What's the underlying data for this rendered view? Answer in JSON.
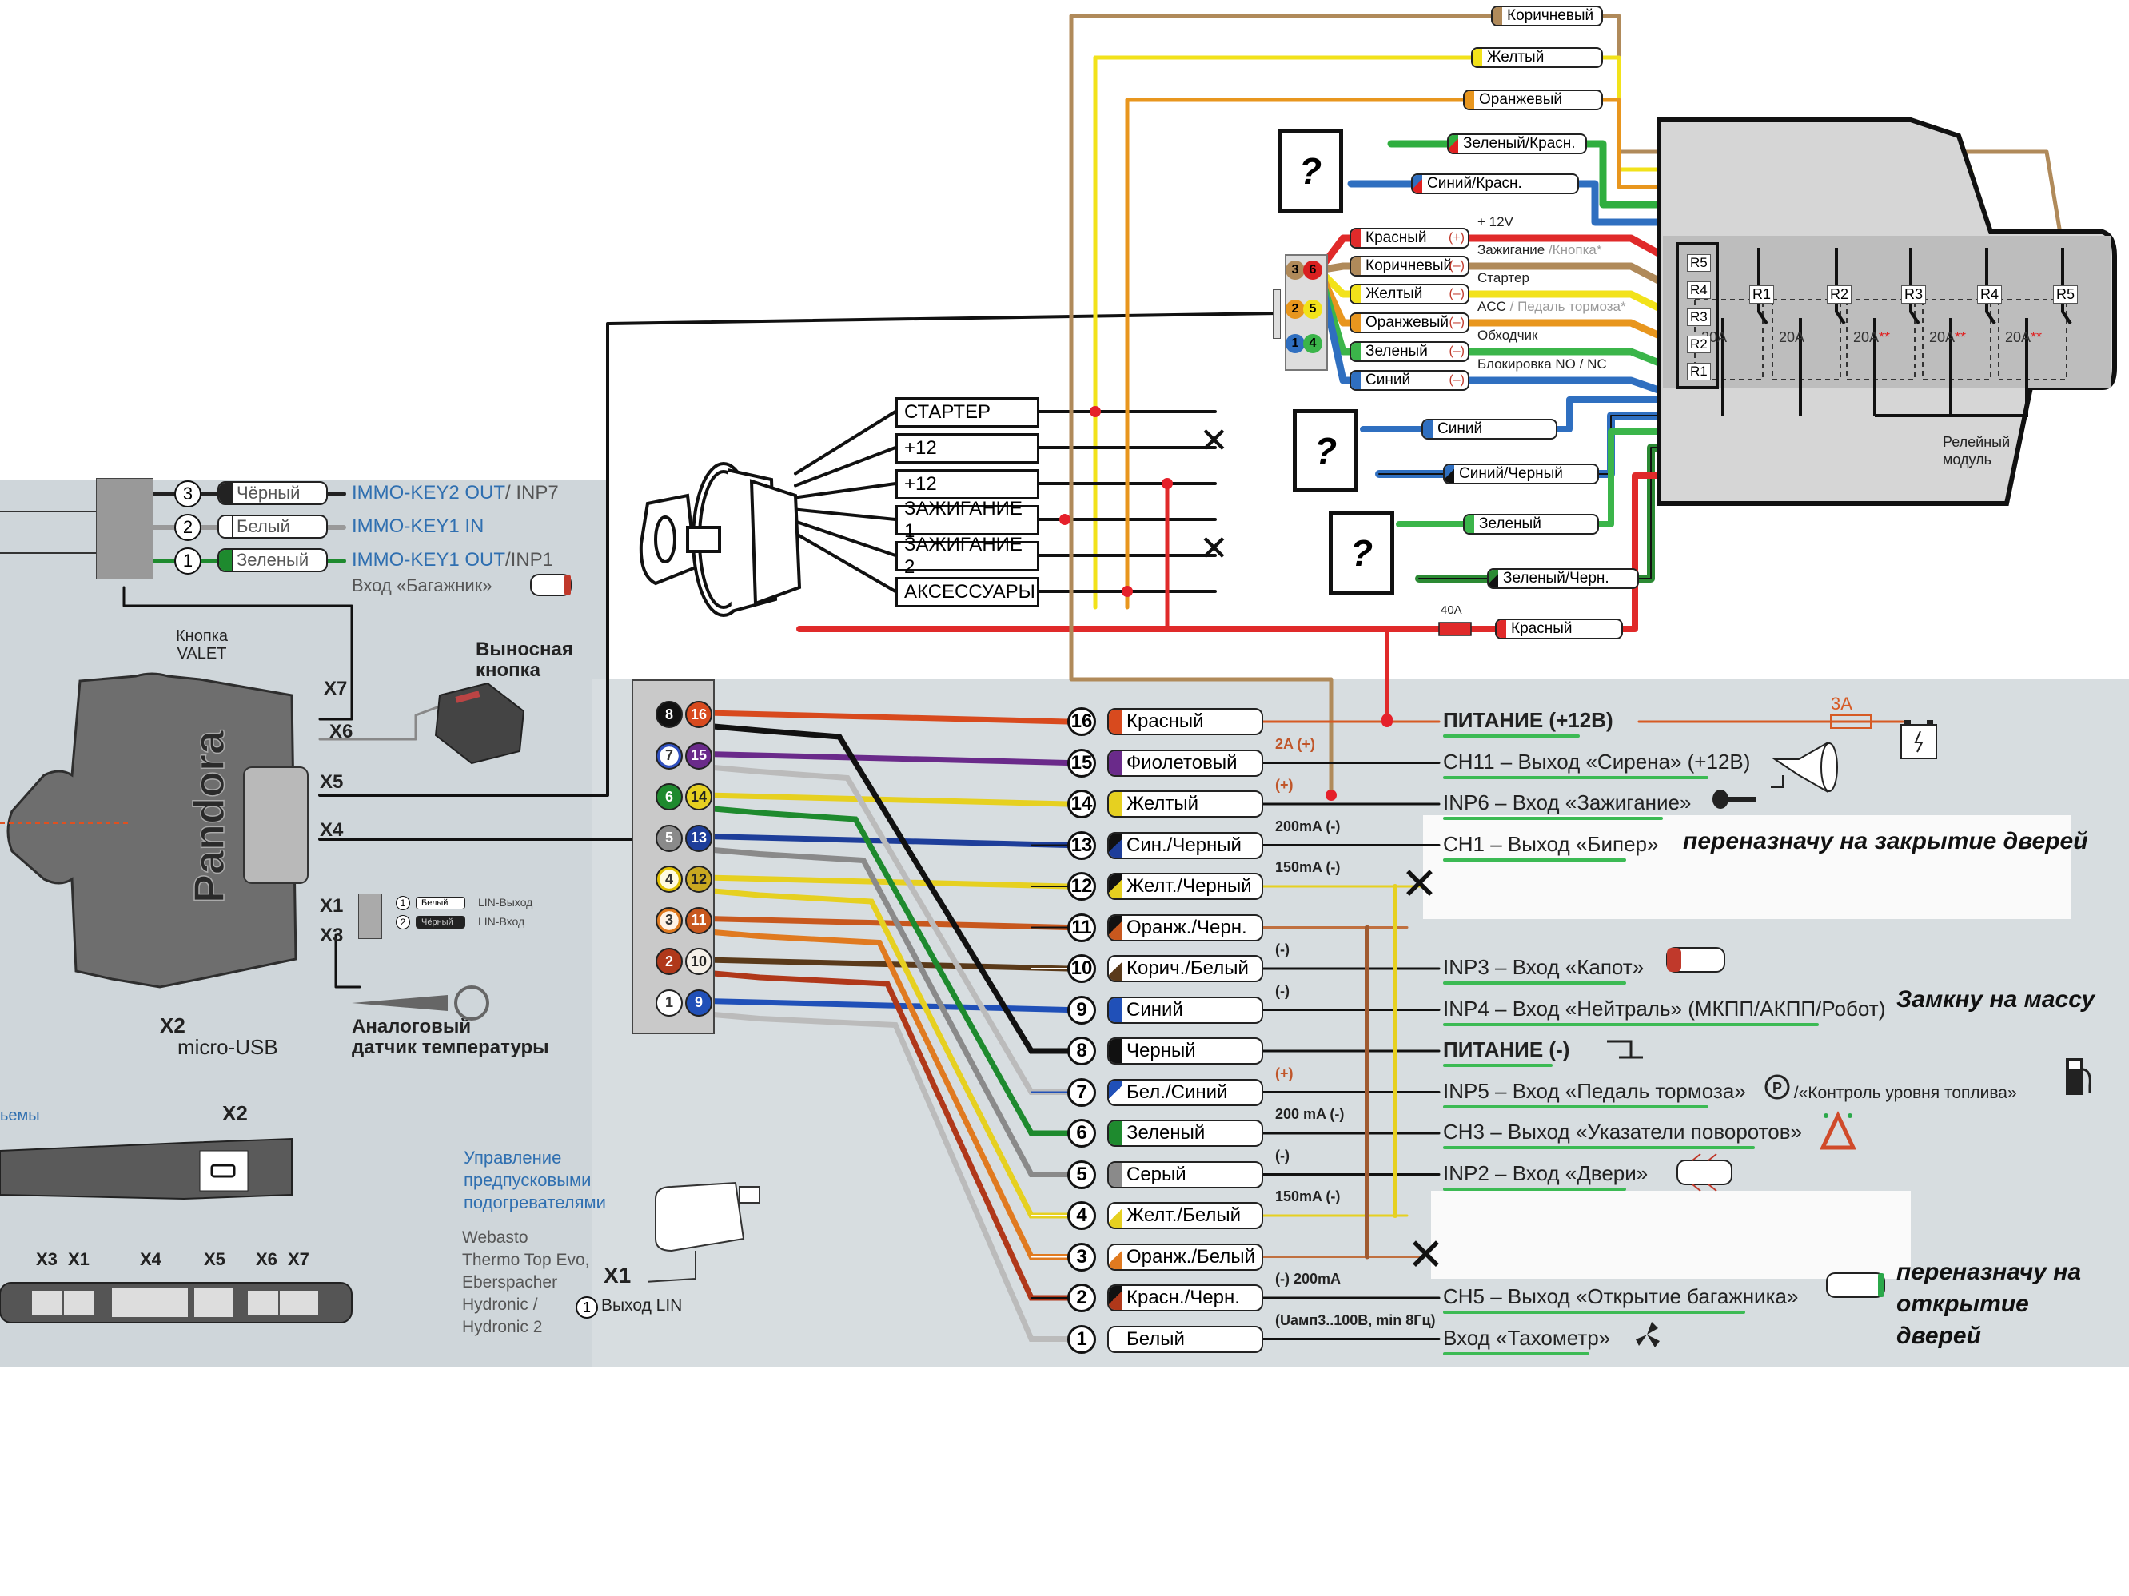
{
  "relay_module": {
    "title_line1": "Релейный",
    "title_line2": "модуль",
    "relays": [
      {
        "id": "R1",
        "rating": "20A",
        "mark": ""
      },
      {
        "id": "R2",
        "rating": "20A",
        "mark": ""
      },
      {
        "id": "R3",
        "rating": "20A",
        "mark": "**"
      },
      {
        "id": "R4",
        "rating": "20A",
        "mark": "**"
      },
      {
        "id": "R5",
        "rating": "20A",
        "mark": "**"
      }
    ],
    "control_labels": [
      "R5",
      "R4",
      "R3",
      "R2",
      "R1"
    ],
    "top_wires": [
      {
        "label": "Коричневый",
        "color": "#b08a5a"
      },
      {
        "label": "Желтый",
        "color": "#f2e21a"
      },
      {
        "label": "Оранжевый",
        "color": "#e8961e"
      },
      {
        "label": "Зеленый/Красн.",
        "color": "#2fae3f",
        "stripe": "#e02020"
      },
      {
        "label": "Синий/Красн.",
        "color": "#2f6fc0",
        "stripe": "#e02020"
      }
    ],
    "bottom_wires": [
      {
        "label": "Синий",
        "color": "#2f6fc0"
      },
      {
        "label": "Синий/Черный",
        "color": "#2f6fc0",
        "stripe": "#111111"
      },
      {
        "label": "Зеленый",
        "color": "#3bb54a"
      },
      {
        "label": "Зеленый/Черн.",
        "color": "#2c8a34",
        "stripe": "#111111"
      },
      {
        "label": "Красный",
        "color": "#e02a2a",
        "fuse": "40A"
      }
    ],
    "control_connector": {
      "pins": [
        {
          "num": "3",
          "color": "#b08a5a"
        },
        {
          "num": "6",
          "color": "#d92020"
        },
        {
          "num": "2",
          "color": "#e8961e"
        },
        {
          "num": "5",
          "color": "#f2e21a"
        },
        {
          "num": "1",
          "color": "#2f6fc0"
        },
        {
          "num": "4",
          "color": "#3bb54a"
        }
      ],
      "wires": [
        {
          "label": "Красный",
          "polarity": "(+)",
          "function": "+ 12V",
          "function_extra": "",
          "color": "#e02a2a"
        },
        {
          "label": "Коричневый",
          "polarity": "(–)",
          "function": "Зажигание",
          "function_extra": " /Кнопка*",
          "color": "#b08a5a"
        },
        {
          "label": "Желтый",
          "polarity": "(–)",
          "function": "Стартер",
          "function_extra": "",
          "color": "#f2e21a"
        },
        {
          "label": "Оранжевый",
          "polarity": "(–)",
          "function": "ACC",
          "function_extra": " / Педаль тормоза*",
          "color": "#e8961e"
        },
        {
          "label": "Зеленый",
          "polarity": "(–)",
          "function": "Обходчик",
          "function_extra": "",
          "color": "#3bb54a"
        },
        {
          "label": "Синий",
          "polarity": "(–)",
          "function": "Блокировка NO / NC",
          "function_extra": "",
          "color": "#2f6fc0"
        }
      ]
    },
    "unknown_marker": "?"
  },
  "ignition_switch": {
    "terminals": [
      "СТАРТЕР",
      "+12",
      "+12",
      "ЗАЖИГАНИЕ 1",
      "ЗАЖИГАНИЕ 2",
      "АКСЕССУАРЫ"
    ],
    "disconnected": [
      "+12 (1)",
      "ЗАЖИГАНИЕ 2"
    ]
  },
  "immo_connector": {
    "pins": [
      {
        "num": "3",
        "wire": "Чёрный",
        "signal": "IMMO-KEY2 OUT",
        "signal_extra": "/ INP7",
        "color": "#222222"
      },
      {
        "num": "2",
        "wire": "Белый",
        "signal": "IMMO-KEY1 IN",
        "signal_extra": "",
        "color": "#ffffff"
      },
      {
        "num": "1",
        "wire": "Зеленый",
        "signal": "IMMO-KEY1 OUT",
        "signal_extra": "/INP1",
        "color": "#1e8a2e"
      }
    ],
    "trunk_input": "Вход «Багажник»"
  },
  "main_unit": {
    "brand": "Pandora",
    "valet_label_line1": "Кнопка",
    "valet_label_line2": "VALET",
    "remote_button_line1": "Выносная",
    "remote_button_line2": "кнопка",
    "connectors": [
      "X7",
      "X6",
      "X5",
      "X4",
      "X1",
      "X3"
    ],
    "x2_label": "X2",
    "x2_sub": "micro-USB",
    "lin": [
      {
        "num": "1",
        "wire": "Белый",
        "signal": "LIN-Выход"
      },
      {
        "num": "2",
        "wire": "Чёрный",
        "signal": "LIN-Вход"
      }
    ],
    "temp_sensor_line1": "Аналоговый",
    "temp_sensor_line2": "датчик температуры",
    "side_caption": "ьемы",
    "x2_side_label": "X2",
    "bottom_connectors": [
      "X3",
      "X1",
      "X4",
      "X5",
      "X6",
      "X7"
    ]
  },
  "preheater": {
    "title_line1": "Управление",
    "title_line2": "предпусковыми",
    "title_line3": "подогревателями",
    "models": [
      "Webasto",
      "Thermo Top Evo,",
      "Eberspacher",
      "Hydronic /",
      "Hydronic 2"
    ],
    "connector": "X1",
    "pin": "1",
    "pin_label": "Выход LIN"
  },
  "x4_connector": {
    "left_pins": [
      {
        "num": "8",
        "color": "#111111"
      },
      {
        "num": "7",
        "color": "#ffffff",
        "stripe": "#2f4fc0"
      },
      {
        "num": "6",
        "color": "#1e8a2e"
      },
      {
        "num": "5",
        "color": "#8a8a8a"
      },
      {
        "num": "4",
        "color": "#fffbe0",
        "stripe": "#e0c000"
      },
      {
        "num": "3",
        "color": "#fff2e6",
        "stripe": "#e07a20"
      },
      {
        "num": "2",
        "color": "#b0381a"
      },
      {
        "num": "1",
        "color": "#ffffff"
      }
    ],
    "right_pins": [
      {
        "num": "16",
        "color": "#d84a1e"
      },
      {
        "num": "15",
        "color": "#6a2a8a"
      },
      {
        "num": "14",
        "color": "#e6d020"
      },
      {
        "num": "13",
        "color": "#1e3e9a"
      },
      {
        "num": "12",
        "color": "#c9a820"
      },
      {
        "num": "11",
        "color": "#c8581e"
      },
      {
        "num": "10",
        "color": "#f5f0e8"
      },
      {
        "num": "9",
        "color": "#2050b8"
      }
    ]
  },
  "pinout": [
    {
      "num": "16",
      "wire": "Красный",
      "rating": "",
      "function": "ПИТАНИЕ (+12В)",
      "bold": true,
      "color": "#d84a1e",
      "stripe": ""
    },
    {
      "num": "15",
      "wire": "Фиолетовый",
      "rating": "2A (+)",
      "function": "CH11 – Выход «Сирена» (+12В)",
      "color": "#6a2a8a",
      "stripe": ""
    },
    {
      "num": "14",
      "wire": "Желтый",
      "rating": "(+)",
      "function": "INP6 – Вход «Зажигание»",
      "color": "#e6d020",
      "stripe": ""
    },
    {
      "num": "13",
      "wire": "Син./Черный",
      "rating": "200mA (-)",
      "function": "CH1 – Выход «Бипер»",
      "note": "переназначу на закрытие дверей",
      "color": "#1e3e9a",
      "stripe": "#111111"
    },
    {
      "num": "12",
      "wire": "Желт./Черный",
      "rating": "150mA (-)",
      "function": "",
      "cut": true,
      "color": "#e6d020",
      "stripe": "#111111"
    },
    {
      "num": "11",
      "wire": "Оранж./Черн.",
      "rating": "",
      "function": "",
      "color": "#c8581e",
      "stripe": "#111111"
    },
    {
      "num": "10",
      "wire": "Корич./Белый",
      "rating": "(-)",
      "function": "INP3 – Вход «Капот»",
      "color": "#5a3a1a",
      "stripe": "#ffffff"
    },
    {
      "num": "9",
      "wire": "Синий",
      "rating": "(-)",
      "function": "INP4 – Вход «Нейтраль» (МКПП/АКПП/Робот)",
      "note": "Замкну на массу",
      "color": "#2050b8",
      "stripe": ""
    },
    {
      "num": "8",
      "wire": "Черный",
      "rating": "",
      "function": "ПИТАНИЕ (-)",
      "bold": true,
      "color": "#111111",
      "stripe": ""
    },
    {
      "num": "7",
      "wire": "Бел./Синий",
      "rating": "(+)",
      "function": "INP5 – Вход «Педаль тормоза»",
      "function_extra": "/«Контроль уровня топлива»",
      "color": "#ffffff",
      "stripe": "#2050b8"
    },
    {
      "num": "6",
      "wire": "Зеленый",
      "rating": "200 mA (-)",
      "function": "CH3 – Выход «Указатели поворотов»",
      "color": "#1e8a2e",
      "stripe": ""
    },
    {
      "num": "5",
      "wire": "Серый",
      "rating": "(-)",
      "function": "INP2 – Вход «Двери»",
      "color": "#8a8a8a",
      "stripe": ""
    },
    {
      "num": "4",
      "wire": "Желт./Белый",
      "rating": "150mA (-)",
      "function": "",
      "color": "#e6d020",
      "stripe": "#ffffff"
    },
    {
      "num": "3",
      "wire": "Оранж./Белый",
      "rating": "",
      "function": "",
      "cut": true,
      "color": "#e07a20",
      "stripe": "#ffffff"
    },
    {
      "num": "2",
      "wire": "Красн./Черн.",
      "rating": "(-) 200mA",
      "function": "CH5 – Выход «Открытие багажника»",
      "note": "переназначу на открытие дверей",
      "color": "#b0381a",
      "stripe": "#111111"
    },
    {
      "num": "1",
      "wire": "Белый",
      "rating": "(Uамп3..100В, min 8Гц)",
      "function": "Вход «Тахометр»",
      "color": "#ffffff",
      "stripe": ""
    }
  ],
  "power_fuse": "3A",
  "notes": {
    "door_lock": "переназначу на закрытие дверей",
    "neutral": "Замкну на массу",
    "door_open_line1": "переназначу на",
    "door_open_line2": "открытие",
    "door_open_line3": "дверей"
  },
  "icons": {
    "battery": "battery-icon",
    "siren": "siren-icon",
    "key": "key-icon",
    "hood": "car-hood-icon",
    "ground": "ground-icon",
    "parking_brake": "parking-brake-icon",
    "fuel": "fuel-pump-icon",
    "hazard": "hazard-triangle-icon",
    "doors": "car-doors-icon",
    "trunk": "car-trunk-icon",
    "tacho": "tachometer-icon"
  }
}
